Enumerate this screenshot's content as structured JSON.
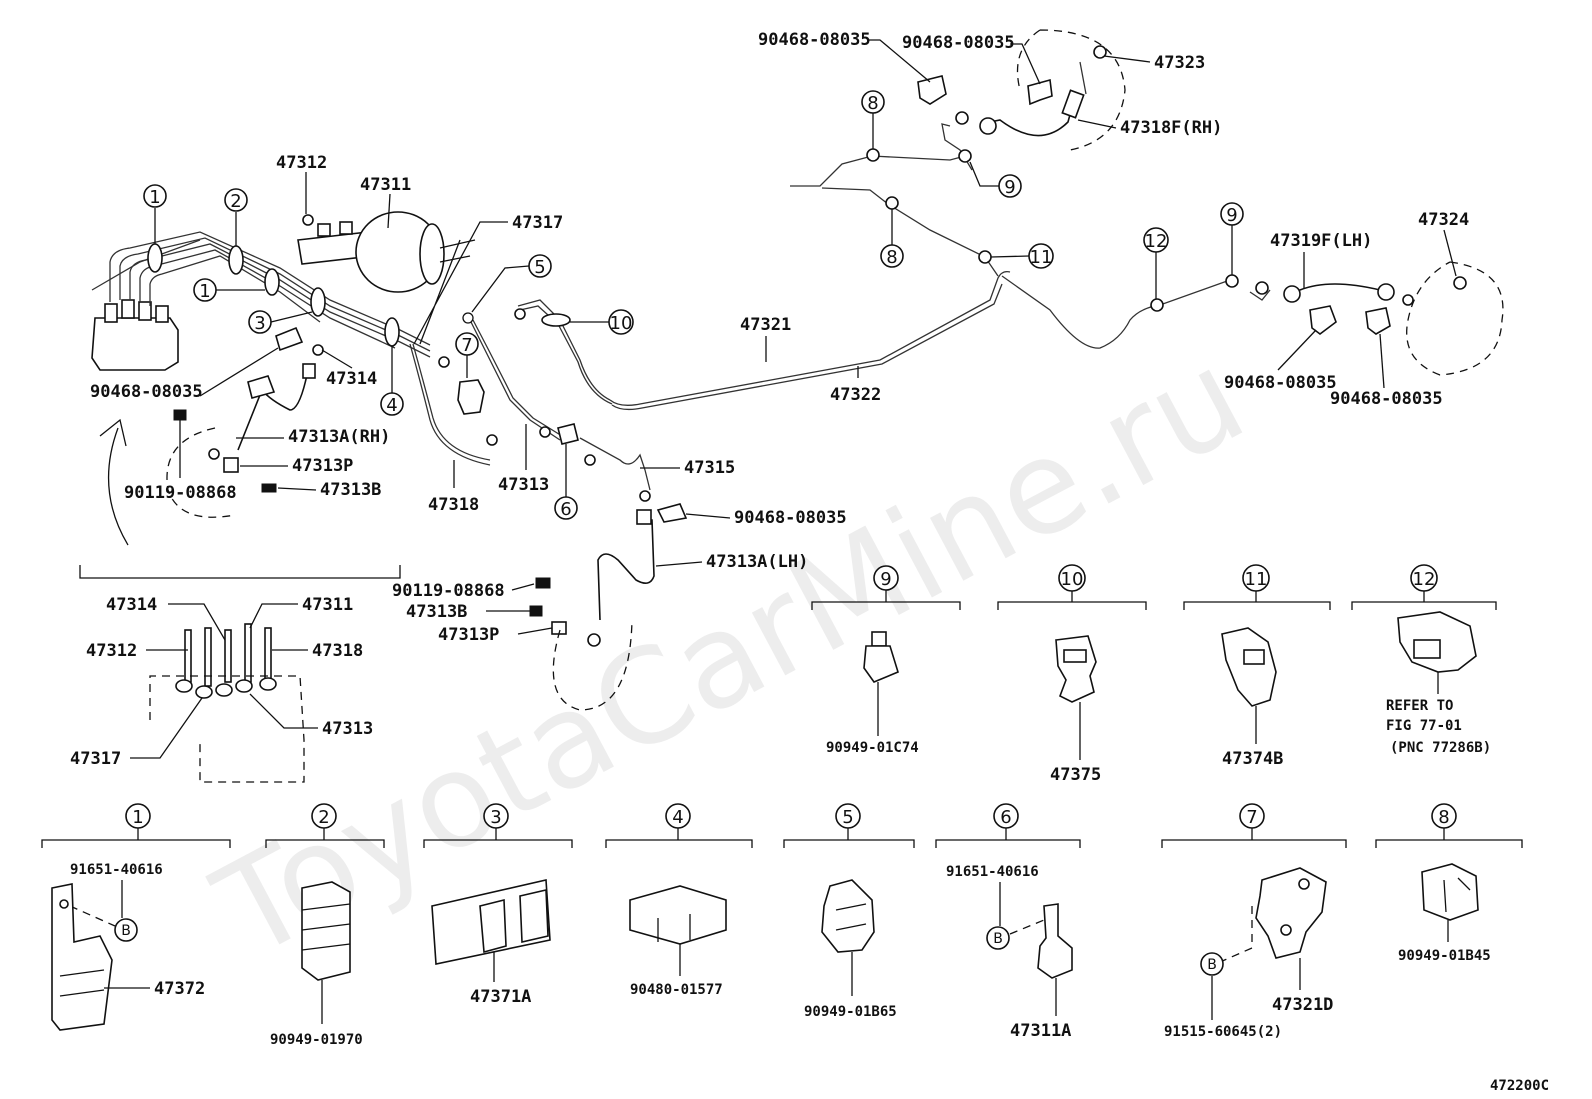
{
  "watermark": "ToyotaCarMine.ru",
  "figure_code": "472200C",
  "callouts": {
    "c1": "1",
    "c2": "2",
    "c3": "3",
    "c4": "4",
    "c5": "5",
    "c6": "6",
    "c7": "7",
    "c8": "8",
    "c9": "9",
    "c10": "10",
    "c11": "11",
    "c12": "12"
  },
  "main_labels": {
    "p47312": "47312",
    "p47311": "47311",
    "p47317": "47317",
    "p47314": "47314",
    "p90468_left": "90468-08035",
    "p47313A_RH": "47313A(RH)",
    "p47313P_top": "47313P",
    "p90119_top": "90119-08868",
    "p47313B_top": "47313B",
    "p47318": "47318",
    "p47313": "47313",
    "p47315": "47315",
    "p90468_mid": "90468-08035",
    "p47313A_LH": "47313A(LH)",
    "p90119_mid": "90119-08868",
    "p47313B_mid": "47313B",
    "p47313P_mid": "47313P",
    "p47321": "47321",
    "p47322": "47322",
    "p90468_top1": "90468-08035",
    "p90468_top2": "90468-08035",
    "p47323": "47323",
    "p47318F_RH": "47318F(RH)",
    "p47319F_LH": "47319F(LH)",
    "p47324": "47324",
    "p90468_r1": "90468-08035",
    "p90468_r2": "90468-08035"
  },
  "inset_labels": {
    "p47314": "47314",
    "p47311": "47311",
    "p47312": "47312",
    "p47318": "47318",
    "p47313": "47313",
    "p47317": "47317"
  },
  "clamp_details": [
    {
      "callout": "9",
      "parts": [
        "90949-01C74"
      ]
    },
    {
      "callout": "10",
      "parts": [
        "47375"
      ]
    },
    {
      "callout": "11",
      "parts": [
        "47374B"
      ]
    },
    {
      "callout": "12",
      "parts": [
        "REFER TO",
        "FIG 77-01",
        "(PNC 77286B)"
      ]
    },
    {
      "callout": "1",
      "parts": [
        "91651-40616",
        "47372"
      ],
      "bolt": "B"
    },
    {
      "callout": "2",
      "parts": [
        "90949-01970"
      ]
    },
    {
      "callout": "3",
      "parts": [
        "47371A"
      ]
    },
    {
      "callout": "4",
      "parts": [
        "90480-01577"
      ]
    },
    {
      "callout": "5",
      "parts": [
        "90949-01B65"
      ]
    },
    {
      "callout": "6",
      "parts": [
        "91651-40616",
        "47311A"
      ],
      "bolt": "B"
    },
    {
      "callout": "7",
      "parts": [
        "91515-60645(2)",
        "47321D"
      ],
      "bolt": "B"
    },
    {
      "callout": "8",
      "parts": [
        "90949-01B45"
      ]
    }
  ]
}
